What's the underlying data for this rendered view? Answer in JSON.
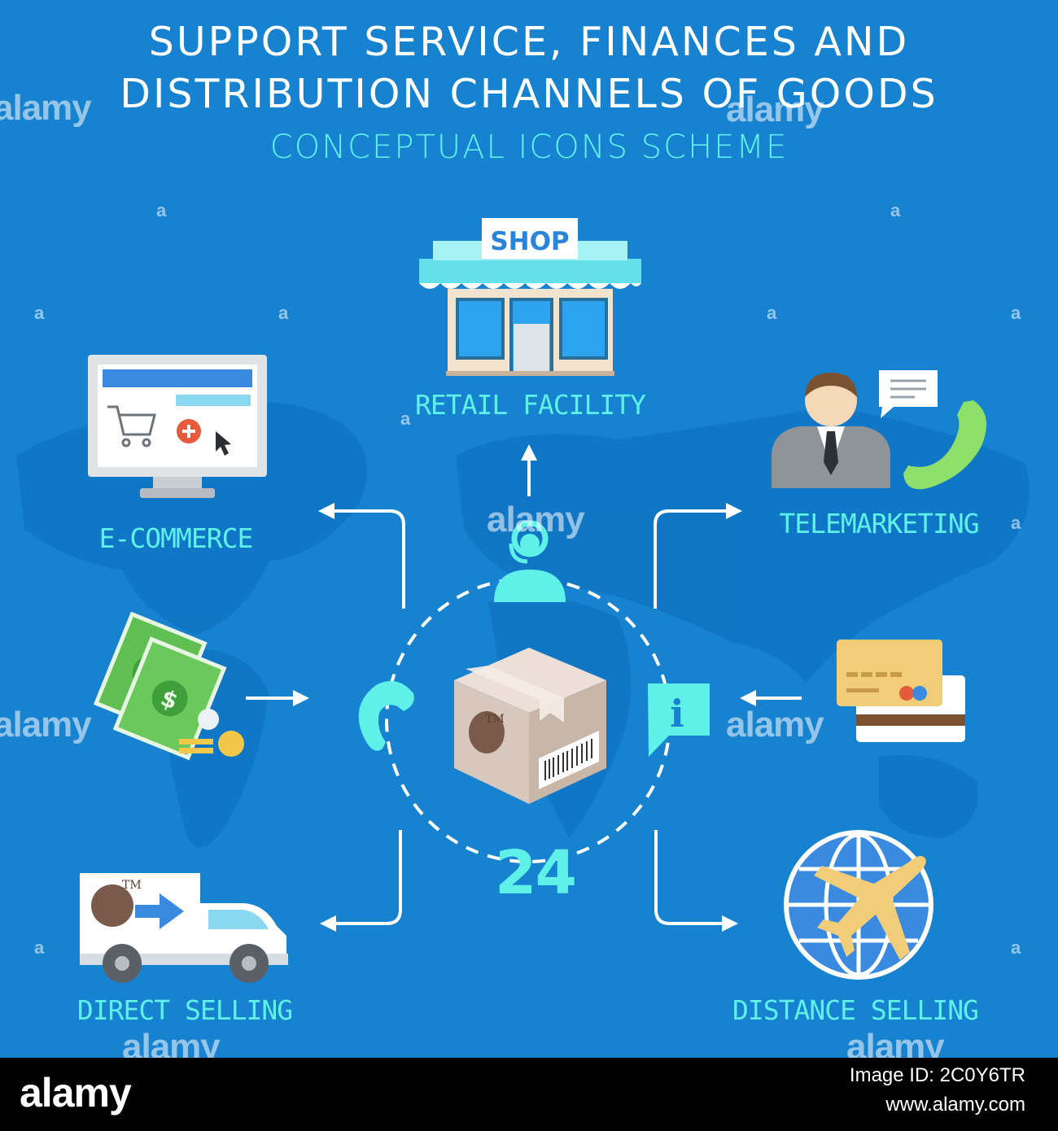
{
  "header": {
    "title_line1": "SUPPORT SERVICE, FINANCES AND",
    "title_line2": "DISTRIBUTION CHANNELS OF GOODS",
    "subtitle": "CONCEPTUAL ICONS SCHEME"
  },
  "nodes": {
    "retail": "RETAIL FACILITY",
    "ecommerce": "E-COMMERCE",
    "telemarketing": "TELEMARKETING",
    "direct": "DIRECT SELLING",
    "distance": "DISTANCE SELLING"
  },
  "icons": {
    "shop_sign": "SHOP",
    "box_tm": "TM",
    "van_tm": "TM",
    "hours": "24",
    "info": "i",
    "currency": "$"
  },
  "watermark": {
    "brand": "alamy",
    "mark": "a"
  },
  "footer": {
    "logo": "alamy",
    "image_id": "Image ID: 2C0Y6TR",
    "url": "www.alamy.com"
  },
  "colors": {
    "background": "#1682d0",
    "accent": "#5ff0e8",
    "title": "#ffffff",
    "footer": "#000000"
  }
}
